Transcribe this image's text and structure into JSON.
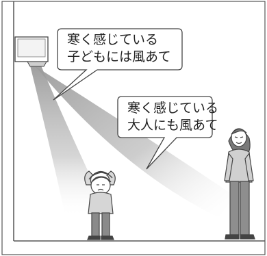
{
  "bubbles": [
    {
      "line1": "寒く感じている",
      "line2": "子どもには風あて"
    },
    {
      "line1": "寒く感じている",
      "line2": "大人にも風あて"
    }
  ]
}
